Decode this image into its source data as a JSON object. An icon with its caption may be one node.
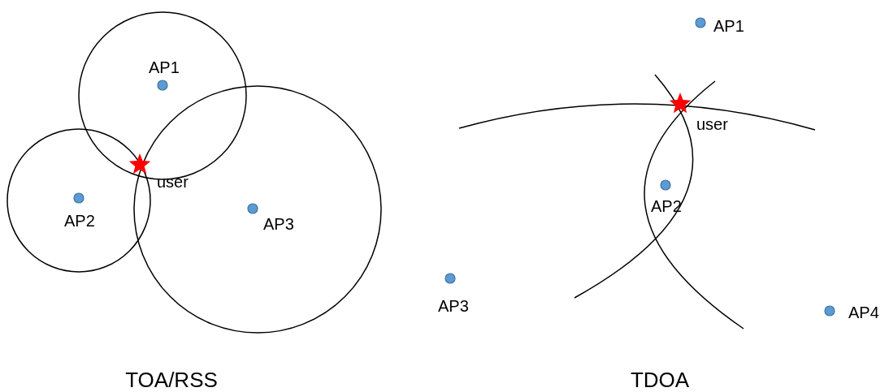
{
  "diagram": {
    "labels": [
      "AP1",
      "AP2",
      "user",
      "AP3",
      "TOA/RSS",
      "AP1",
      "user",
      "AP2",
      "AP3",
      "AP4",
      "TDOA"
    ]
  }
}
